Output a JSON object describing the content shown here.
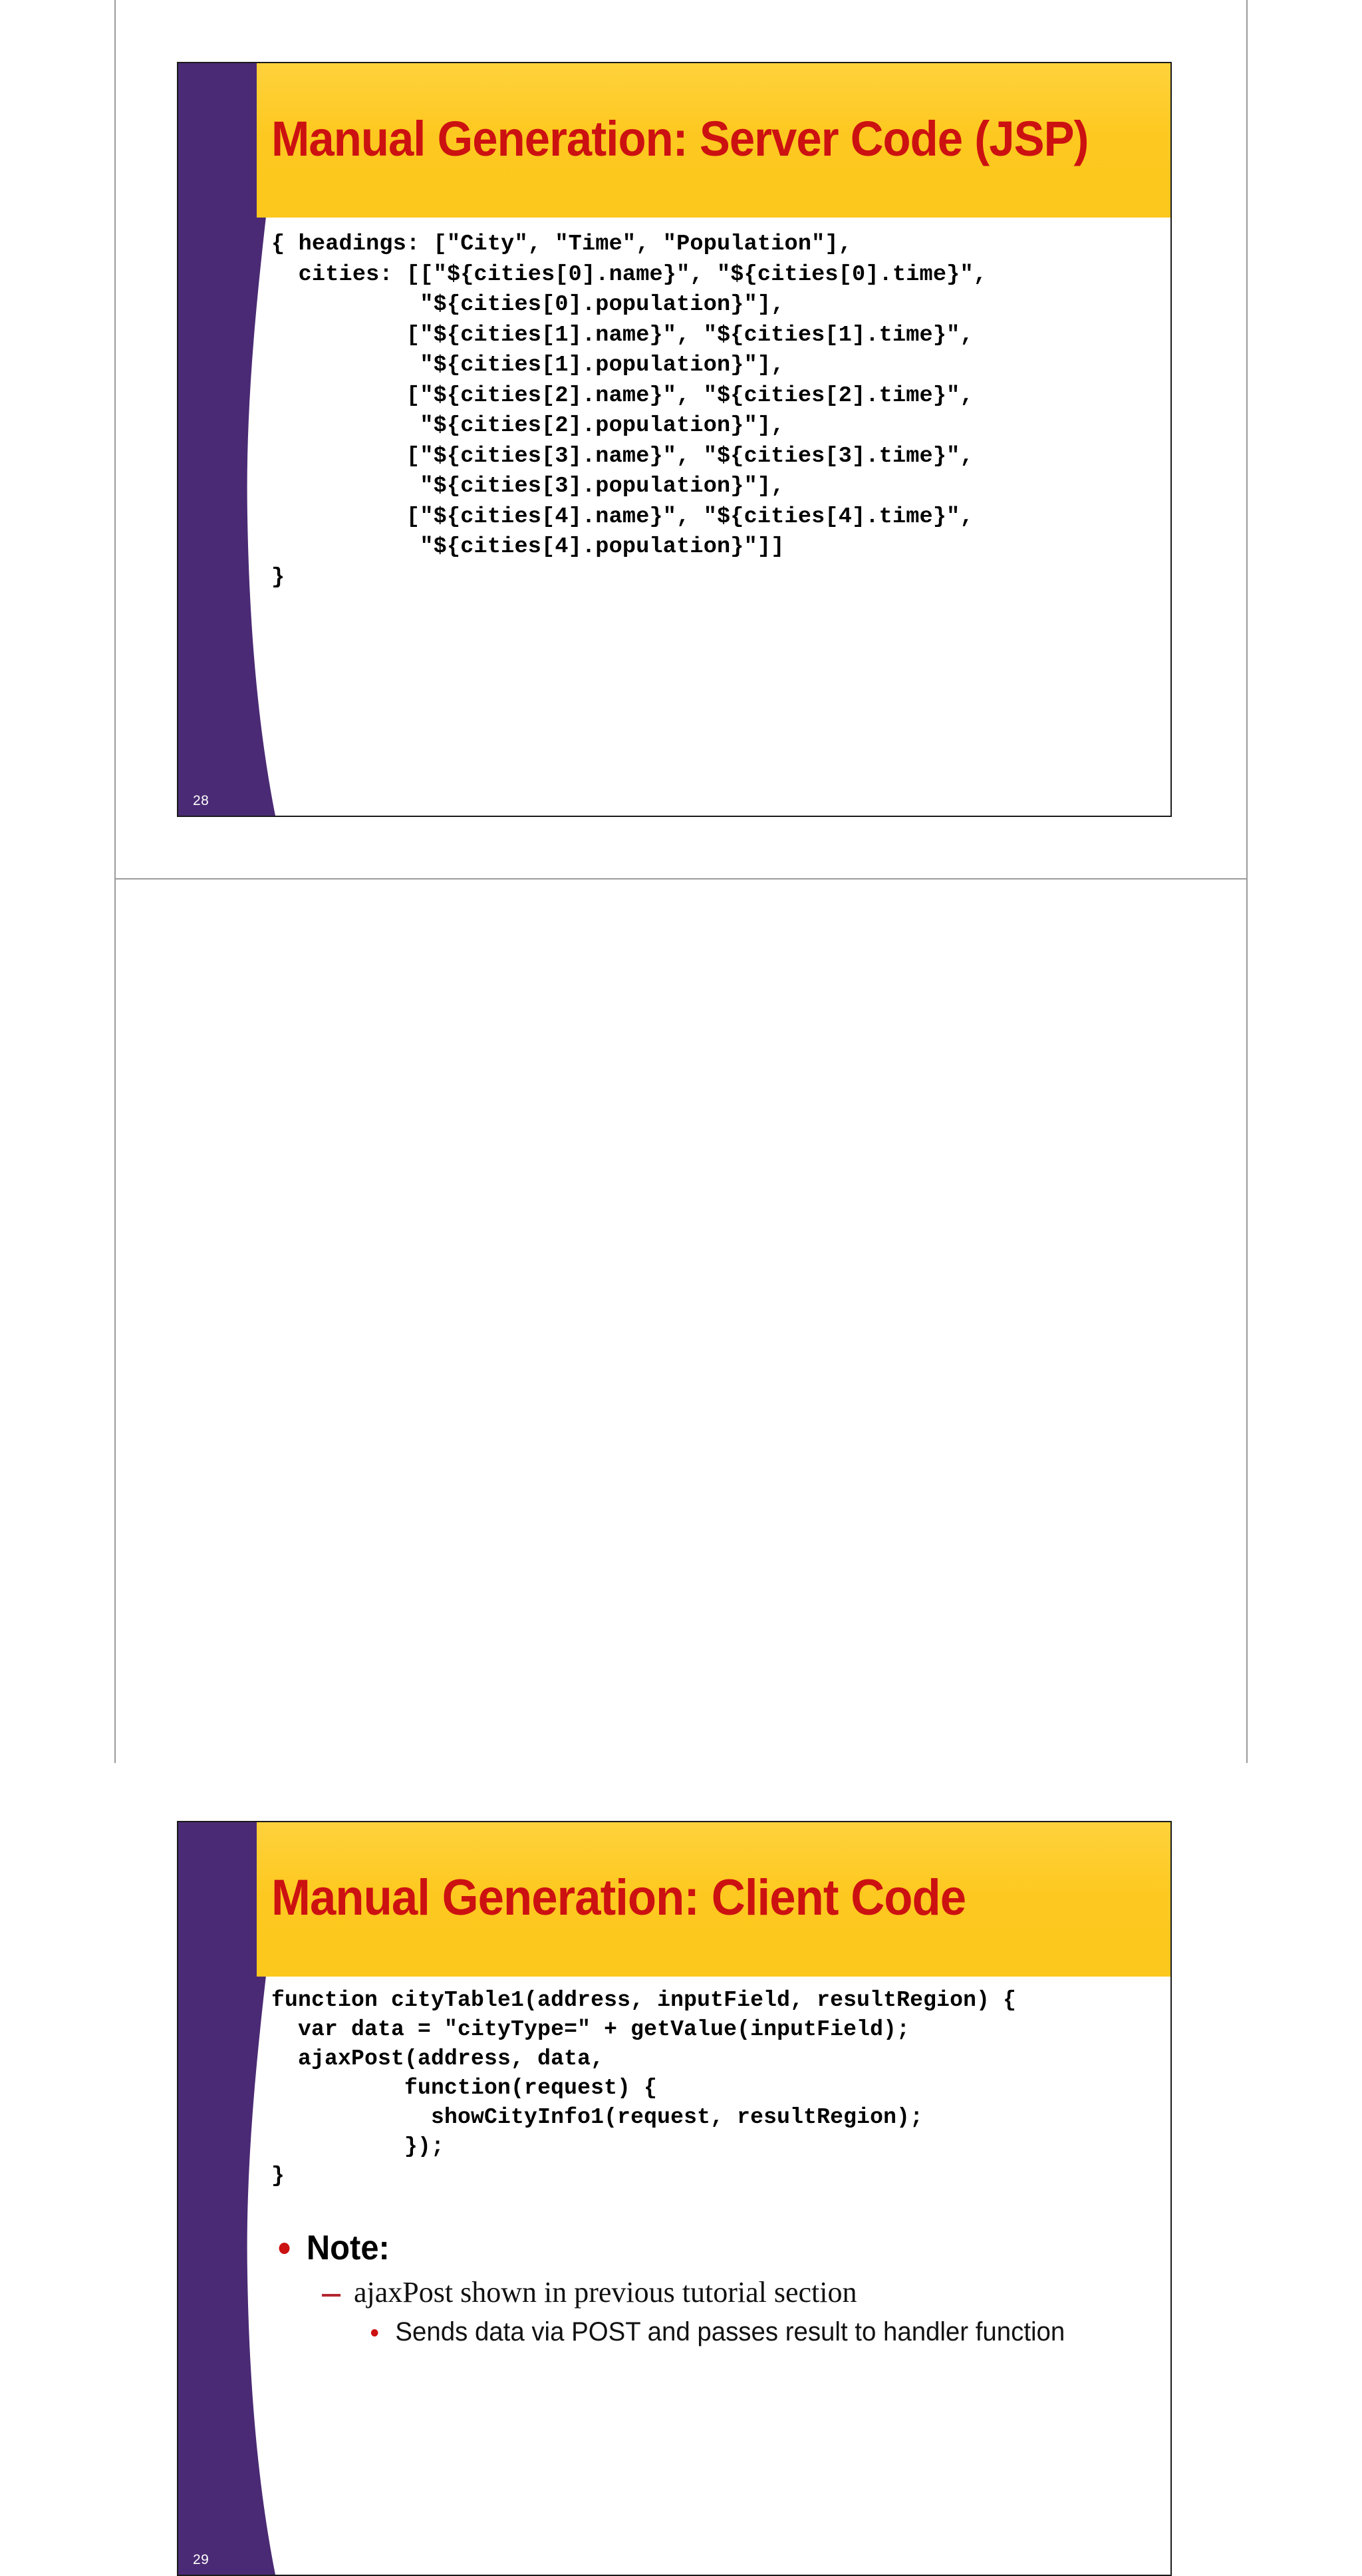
{
  "document": {
    "type": "lecture-slide-handout",
    "page_count": 2
  },
  "theme": {
    "title_bar_color": "#fcc81e",
    "title_text_color": "#cc1111",
    "sidebar_color": "#4a2a74",
    "bullet_accent_color": "#cc1111",
    "code_text_color": "#000000",
    "page_border_color": "#9a9a9a",
    "slide_border_color": "#1a1a1a"
  },
  "slides": [
    {
      "number": "28",
      "title": "Manual Generation: Server Code (JSP)",
      "code": "{ headings: [\"City\", \"Time\", \"Population\"],\n  cities: [[\"${cities[0].name}\", \"${cities[0].time}\",\n           \"${cities[0].population}\"],\n          [\"${cities[1].name}\", \"${cities[1].time}\",\n           \"${cities[1].population}\"],\n          [\"${cities[2].name}\", \"${cities[2].time}\",\n           \"${cities[2].population}\"],\n          [\"${cities[3].name}\", \"${cities[3].time}\",\n           \"${cities[3].population}\"],\n          [\"${cities[4].name}\", \"${cities[4].time}\",\n           \"${cities[4].population}\"]]\n}",
      "bullets": []
    },
    {
      "number": "29",
      "title": "Manual Generation: Client Code",
      "code": "function cityTable1(address, inputField, resultRegion) {\n  var data = \"cityType=\" + getValue(inputField);\n  ajaxPost(address, data,\n          function(request) {\n            showCityInfo1(request, resultRegion);\n          });\n}",
      "bullets": {
        "level1": "Note:",
        "level2": "ajaxPost shown in previous tutorial section",
        "level3": "Sends data via POST and passes result to handler function"
      }
    }
  ]
}
